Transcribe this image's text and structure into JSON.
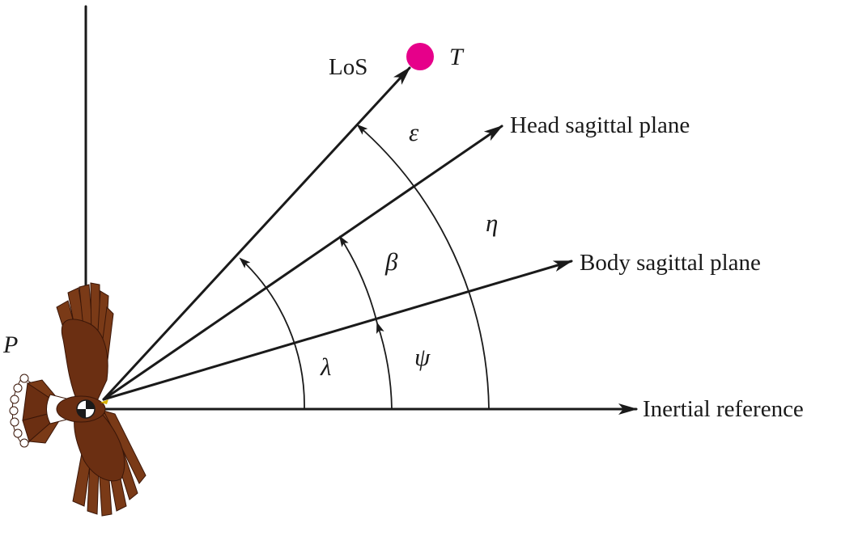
{
  "labels": {
    "los": "LoS",
    "target": "T",
    "pursuer": "P",
    "head_plane": "Head sagittal plane",
    "body_plane": "Body sagittal plane",
    "inertial": "Inertial reference"
  },
  "angles": {
    "epsilon": "ε",
    "eta": "η",
    "beta": "β",
    "lambda": "λ",
    "psi": "ψ"
  },
  "colors": {
    "target": "#e6008a",
    "bird_body": "#6b2f12",
    "bird_feather": "#7a3a17",
    "ink": "#1a1a1a"
  },
  "icons": {
    "pursuer": "hawk-icon",
    "target": "target-dot-icon"
  }
}
